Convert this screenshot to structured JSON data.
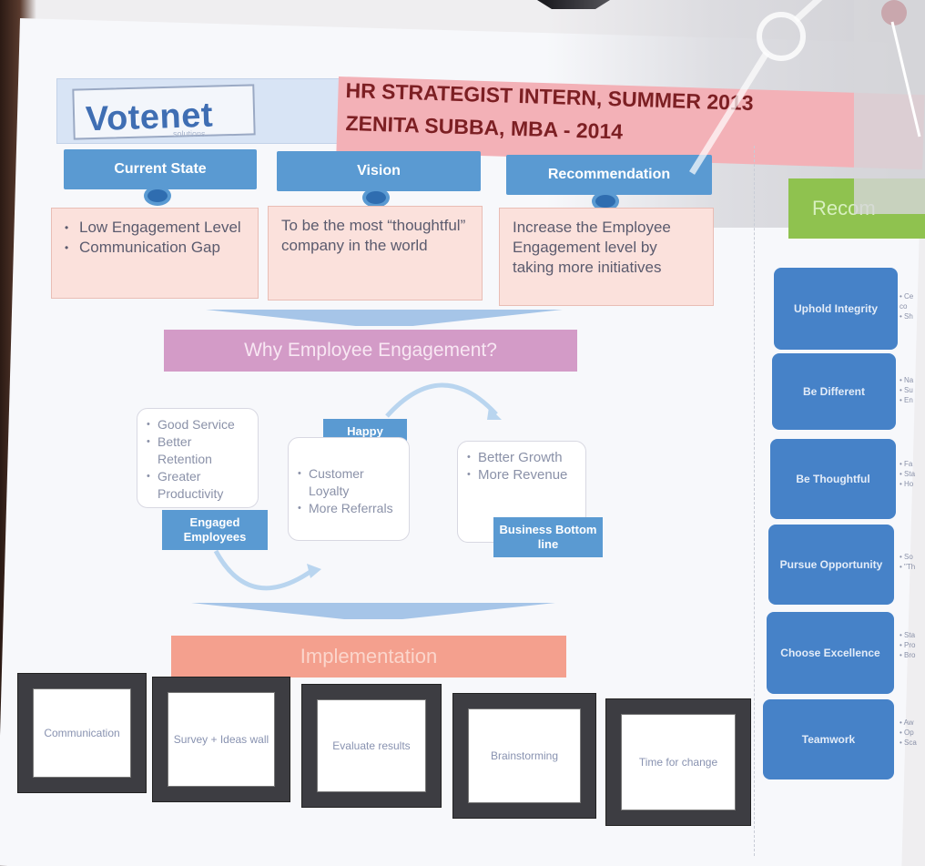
{
  "header": {
    "logo_text": "Votenet",
    "logo_subtext": "solutions",
    "title_line1": "HR STRATEGIST INTERN, SUMMER 2013",
    "title_line2": "ZENITA SUBBA, MBA - 2014"
  },
  "tabs": [
    {
      "label": "Current State"
    },
    {
      "label": "Vision"
    },
    {
      "label": "Recommendation"
    }
  ],
  "current_state": {
    "items": [
      "Low Engagement Level",
      "Communication Gap"
    ]
  },
  "vision": {
    "text": "To be the most “thoughtful” company in the world"
  },
  "recommendation": {
    "text": "Increase the Employee Engagement level by taking more initiatives"
  },
  "why_bar": {
    "label": "Why Employee Engagement?"
  },
  "cycle": {
    "engaged": {
      "items": [
        "Good Service",
        "Better Retention",
        "Greater Productivity"
      ],
      "label": "Engaged Employees"
    },
    "customer": {
      "label": "Happy Customer",
      "items": [
        "Customer Loyalty",
        "More Referrals"
      ]
    },
    "business": {
      "items": [
        "Better Growth",
        "More Revenue"
      ],
      "label": "Business Bottom line"
    }
  },
  "implementation": {
    "label": "Implementation",
    "steps": [
      "Communication",
      "Survey + Ideas wall",
      "Evaluate results",
      "Brainstorming",
      "Time for change"
    ]
  },
  "right_panel": {
    "heading": "Recom",
    "values": [
      {
        "label": "Uphold Integrity",
        "bullets": [
          "• Ce",
          "co",
          "• Sh"
        ]
      },
      {
        "label": "Be Different",
        "bullets": [
          "• Na",
          "• Su",
          "• En"
        ]
      },
      {
        "label": "Be Thoughtful",
        "bullets": [
          "• Fa",
          "• Sta",
          "• Ho"
        ]
      },
      {
        "label": "Pursue Opportunity",
        "bullets": [
          "• So",
          "• \"Th"
        ]
      },
      {
        "label": "Choose Excellence",
        "bullets": [
          "• Sta",
          "• Pro",
          "• Bro"
        ]
      },
      {
        "label": "Teamwork",
        "bullets": [
          "• Aw",
          "• Op",
          "• Sca"
        ]
      }
    ]
  },
  "colors": {
    "tab_blue": "#5a9ad2",
    "card_pink": "#fbe1dc",
    "why_bar": "#d39bc7",
    "impl_bar": "#f4a08e",
    "rec_green": "#8fc24f",
    "value_blue": "#4682c8",
    "title_red": "#7c1f23"
  }
}
